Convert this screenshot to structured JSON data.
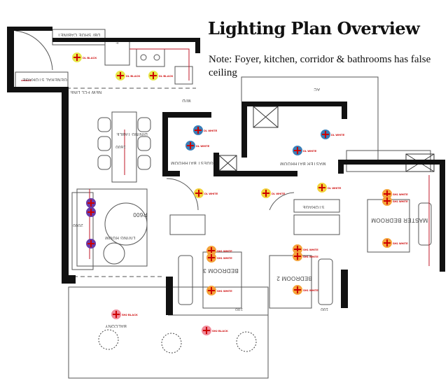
{
  "header": {
    "title": "Lighting Plan Overview",
    "note": "Note: Foyer, kitchen, corridor & bathrooms has false ceiling"
  },
  "rooms": {
    "db_shoe_cabinet": "DB/ SHOE CABINET",
    "general_storage": "GENERAL STORAGE",
    "new_fcl_line": "NEW FCL LINE",
    "dining_table": "DINING TABLE",
    "dining_dim": "1600",
    "living_room": "LIVING ROOM",
    "fan_radius": "R600",
    "living_dim": "2000",
    "guest_bathroom": "GUEST BATHROOM",
    "master_bathroom": "MASTER BATHROOM",
    "storage": "STORAGE",
    "master_bedroom": "MASTER BEDROOM",
    "bedroom_3": "BEDROOM 3",
    "bedroom_2": "BEDROOM 2",
    "balcony": "BALCONY",
    "ac": "AC",
    "wd": "W/D",
    "fridge": "F",
    "dim_100a": "100",
    "dim_100b": "100"
  },
  "light_types": {
    "dl_black": "DL BLACK",
    "dl_white": "DL WHITE",
    "sh1_white": "SH1 WHITE",
    "sh2_black": "SH2 BLACK"
  },
  "colors": {
    "downlight_black": "#e6e84a",
    "downlight_white_bath": "#3a7fb8",
    "corridor": "#f2d23a",
    "bedroom": "#f4a23a",
    "living": "#6a3aa8",
    "balcony": "#f08a9a",
    "wiring": "#c0182a"
  }
}
